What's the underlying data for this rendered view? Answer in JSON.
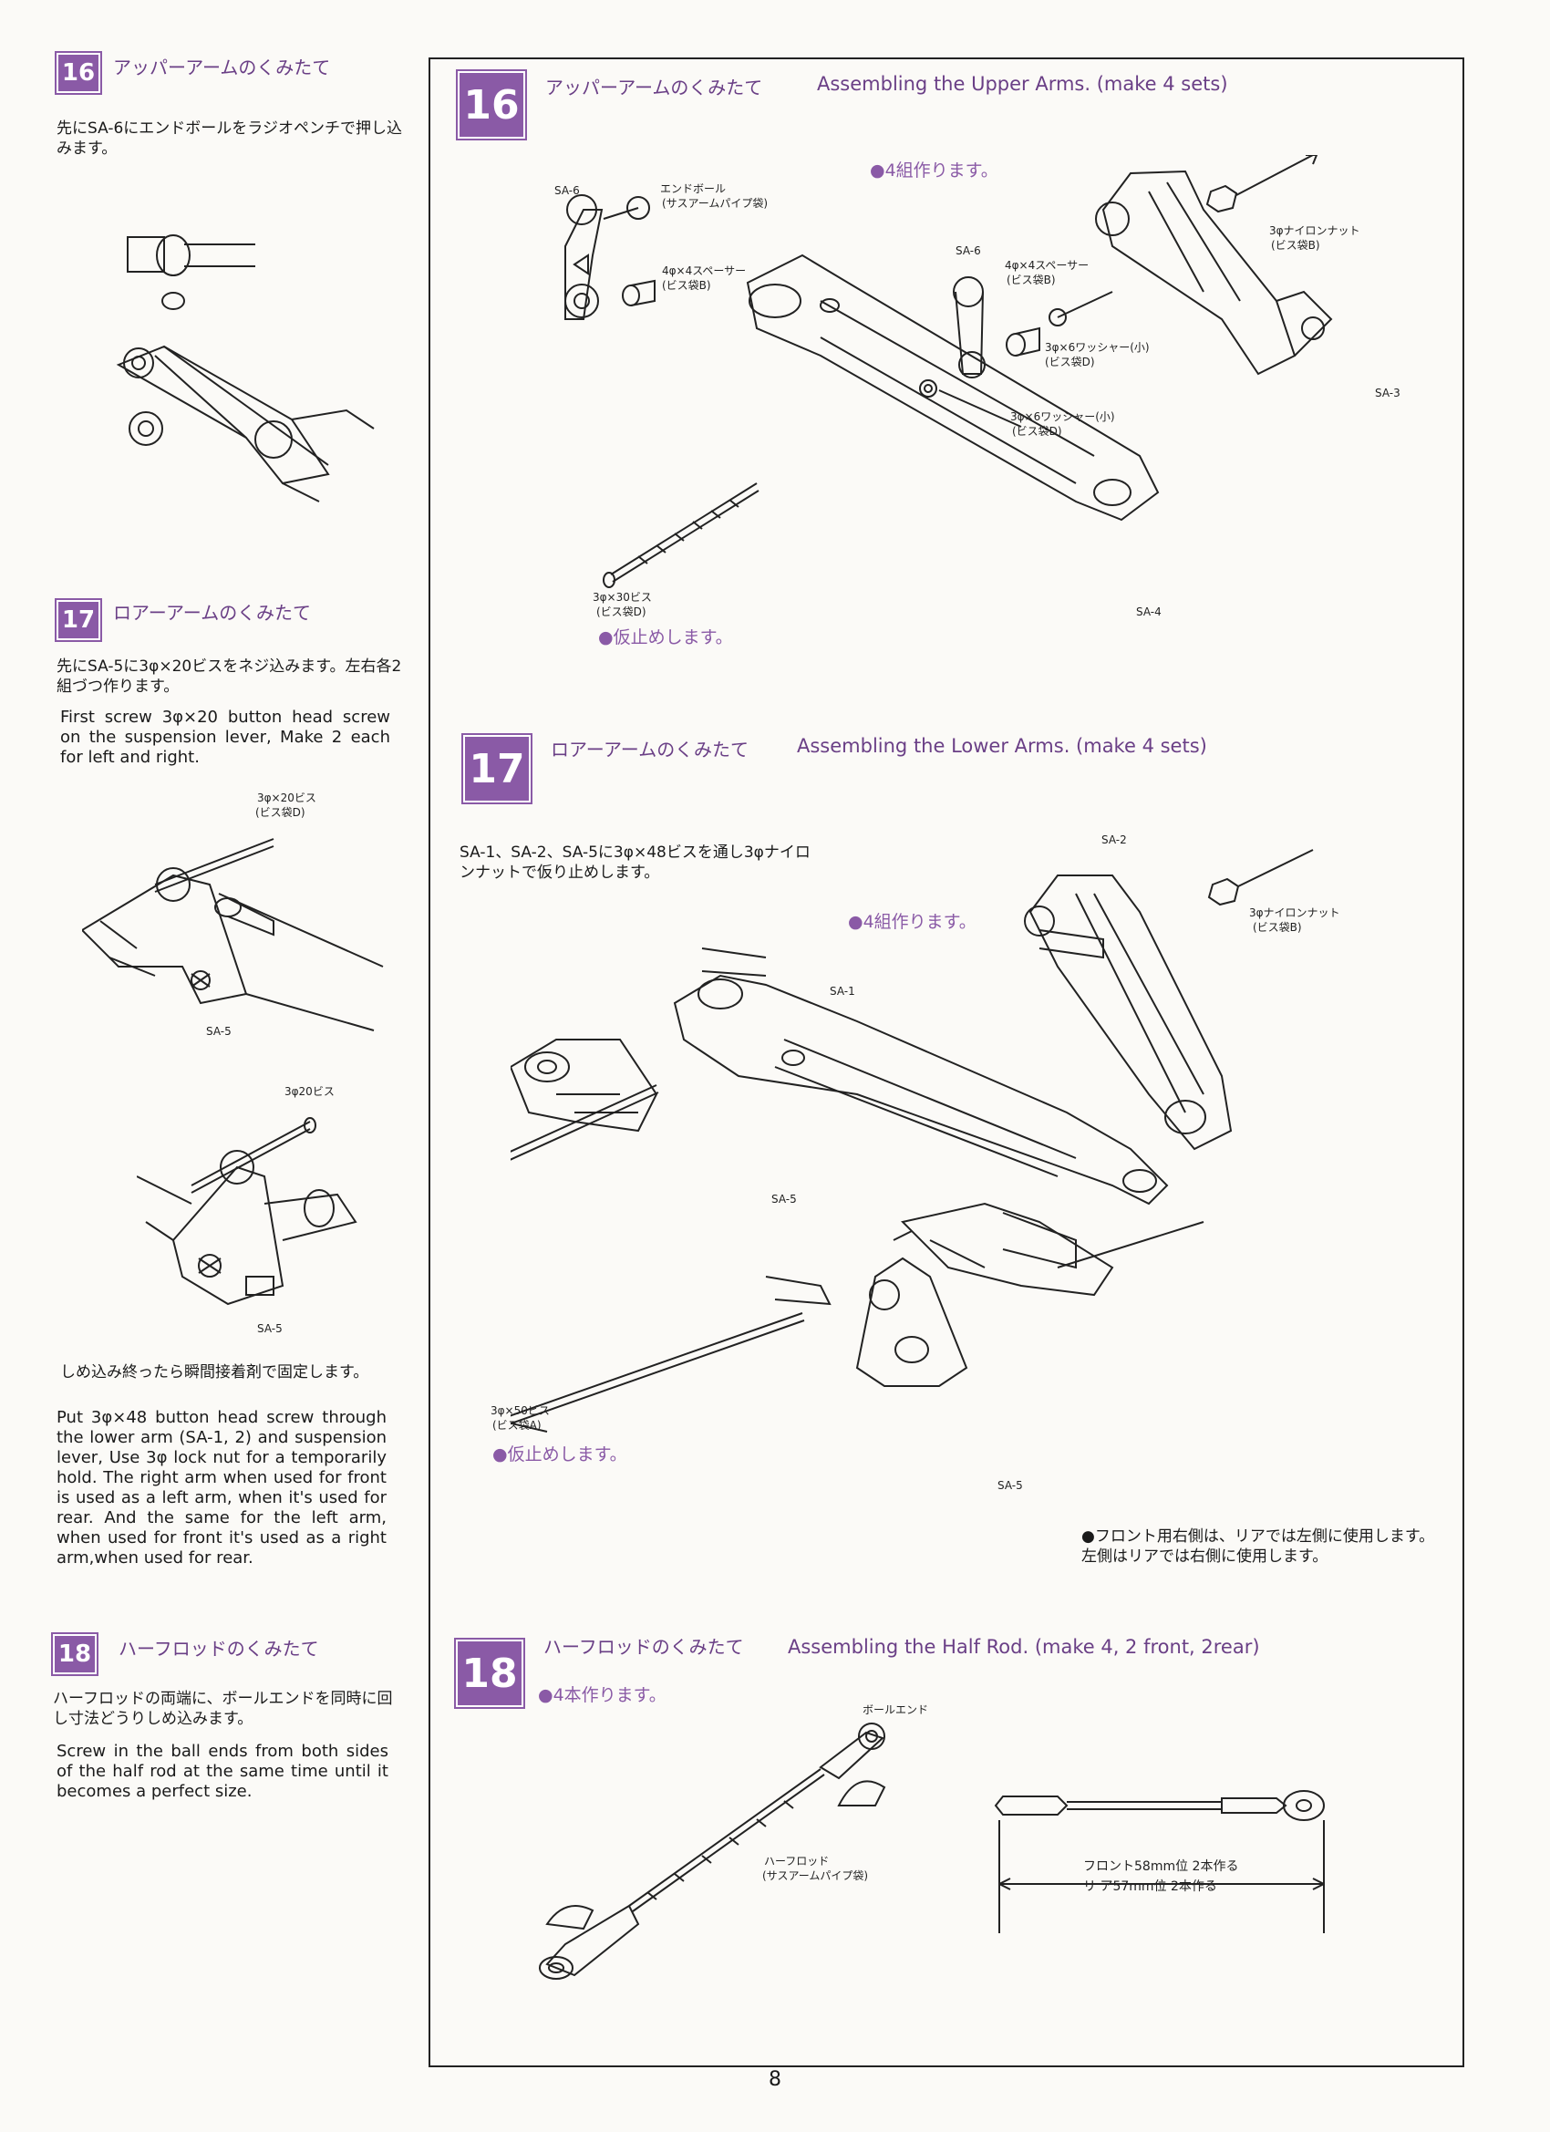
{
  "side": {
    "s16": {
      "num": "16",
      "title": "アッパーアームのくみたて",
      "text_ja": "先にSA-6にエンドボールをラジオペンチで押し込みます。"
    },
    "s17": {
      "num": "17",
      "title": "ロアーアームのくみたて",
      "text_ja": "先にSA-5に3φ×20ビスをネジ込みます。左右各2組づつ作ります。",
      "text_en": "First screw 3φ×20 button head screw on the suspension lever, Make 2 each for left and right.",
      "lbl_screw1": "3φ×20ビス",
      "lbl_screw1_bag": "(ビス袋D)",
      "lbl_sa5_a": "SA-5",
      "lbl_screw2": "3φ20ビス",
      "lbl_sa5_b": "SA-5",
      "glue_ja": "しめ込み終ったら瞬間接着剤で固定します。",
      "text2_en": "Put 3φ×48 button head screw through the lower arm (SA-1, 2) and suspension lever, Use 3φ lock nut for a temporarily hold. The right arm when used for front is used as a left arm, when it's used for rear. And the same for the left arm, when used for front it's used as a right arm,when used for rear."
    },
    "s18": {
      "num": "18",
      "title": "ハーフロッドのくみたて",
      "text_ja": "ハーフロッドの両端に、ボールエンドを同時に回し寸法どうりしめ込みます。",
      "text_en": "Screw in the ball ends from both sides of the half rod at the same time until it becomes a perfect size."
    }
  },
  "main": {
    "m16": {
      "num": "16",
      "title_ja": "アッパーアームのくみたて",
      "title_en": "Assembling the Upper Arms. (make 4 sets)",
      "note": "●4組作ります。",
      "tack": "●仮止めします。",
      "labels": {
        "sa6_left": "SA-6",
        "endball": "エンドボール",
        "endball_bag": "(サスアームパイプ袋)",
        "spacer_left": "4φ×4スペーサー",
        "spacer_left_bag": "(ビス袋B)",
        "sa6_right": "SA-6",
        "spacer_right": "4φ×4スペーサー",
        "spacer_right_bag": "(ビス袋B)",
        "washer1": "3φ×6ワッシャー(小)",
        "washer1_bag": "(ビス袋D)",
        "washer2": "3φ×6ワッシャー(小)",
        "washer2_bag": "(ビス袋D)",
        "nut": "3φナイロンナット",
        "nut_bag": "(ビス袋B)",
        "sa3": "SA-3",
        "sa4": "SA-4",
        "screw": "3φ×30ビス",
        "screw_bag": "(ビス袋D)"
      }
    },
    "m17": {
      "num": "17",
      "title_ja": "ロアーアームのくみたて",
      "title_en": "Assembling the Lower Arms. (make 4 sets)",
      "instr": "SA-1、SA-2、SA-5に3φ×48ビスを通し3φナイロンナットで仮り止めします。",
      "note": "●4組作ります。",
      "tack": "●仮止めします。",
      "remark": "●フロント用右側は、リアでは左側に使用します。左側はリアでは右側に使用します。",
      "labels": {
        "sa2": "SA-2",
        "nut": "3φナイロンナット",
        "nut_bag": "(ビス袋B)",
        "sa1": "SA-1",
        "sa5_a": "SA-5",
        "sa5_b": "SA-5",
        "screw": "3φ×50ビス",
        "screw_bag": "(ビス袋A)"
      }
    },
    "m18": {
      "num": "18",
      "title_ja": "ハーフロッドのくみたて",
      "title_en": "Assembling the Half Rod. (make 4, 2 front, 2rear)",
      "note": "●4本作ります。",
      "labels": {
        "ballend": "ボールエンド",
        "halfrod": "ハーフロッド",
        "halfrod_bag": "(サスアームパイプ袋)",
        "front": "フロント58mm位 2本作る",
        "rear": "リ ア57mm位 2本作る"
      }
    }
  },
  "page_number": "8",
  "colors": {
    "accent": "#8a5aa6",
    "title": "#6a3f86"
  }
}
